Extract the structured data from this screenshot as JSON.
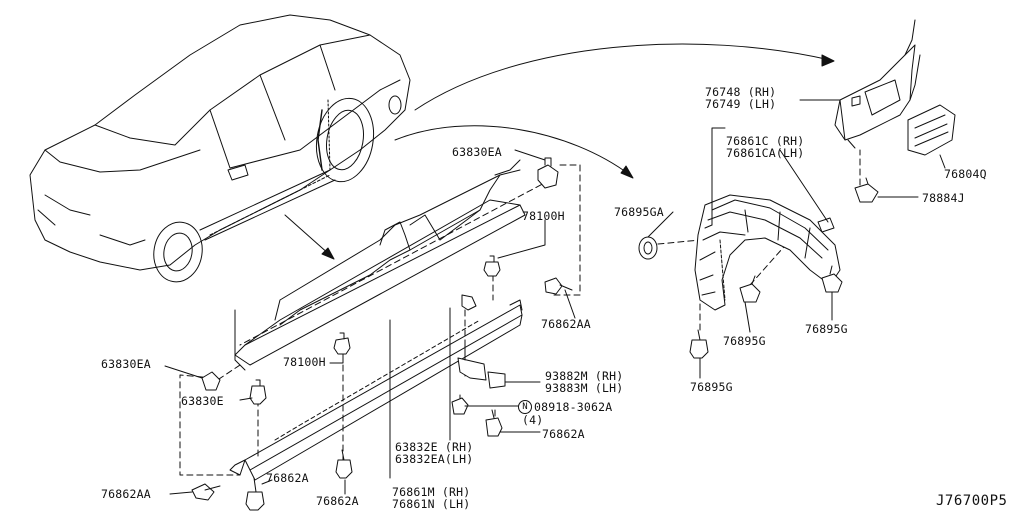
{
  "labels": {
    "p63830EA_top": "63830EA",
    "p78100H_top": "78100H",
    "p76862AA_mid": "76862AA",
    "p63830EA_left": "63830EA",
    "p78100H_bottom": "78100H",
    "p63830E": "63830E",
    "p93882M": "93882M (RH)",
    "p93883M": "93883M (LH)",
    "n_badge": "N",
    "p08918": "08918-3062A",
    "p08918_qty": "(4)",
    "p76862A_mid": "76862A",
    "p63832E": "63832E  (RH)",
    "p63832EA": "63832EA(LH)",
    "p76862AA_bottom": "76862AA",
    "p76862A_bottom1": "76862A",
    "p76862A_bottom2": "76862A",
    "p76861M": "76861M (RH)",
    "p76861N": "76861N (LH)",
    "p76748": "76748 (RH)",
    "p76749": "76749 (LH)",
    "p76861C": "76861C (RH)",
    "p76861CA": "76861CA(LH)",
    "p76895GA": "76895GA",
    "p76895G_a": "76895G",
    "p76895G_b": "76895G",
    "p76895G_c": "76895G",
    "p76804Q": "76804Q",
    "p78884J": "78884J"
  },
  "diagram_ref": "J76700P5"
}
